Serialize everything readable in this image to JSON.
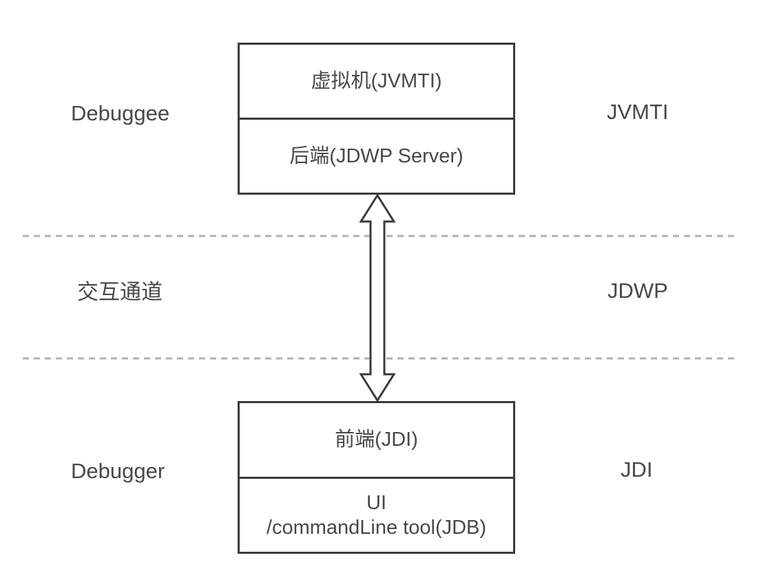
{
  "colors": {
    "background": "#ffffff",
    "box_border": "#3a3a3a",
    "text": "#484848",
    "dashed_line": "#b0b0b0"
  },
  "debuggee_layer": {
    "left_label": "Debuggee",
    "right_label": "JVMTI",
    "box": {
      "top_cell": "虚拟机(JVMTI)",
      "bottom_cell": "后端(JDWP Server)"
    }
  },
  "channel_layer": {
    "left_label": "交互通道",
    "right_label": "JDWP"
  },
  "debugger_layer": {
    "left_label": "Debugger",
    "right_label": "JDI",
    "box": {
      "top_cell": "前端(JDI)",
      "bottom_cell_line1": "UI",
      "bottom_cell_line2": "/commandLine tool(JDB)"
    }
  }
}
